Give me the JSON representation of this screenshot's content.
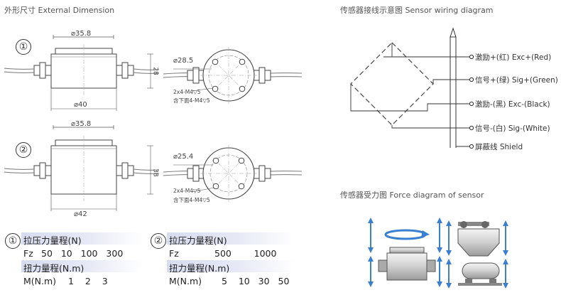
{
  "headings": {
    "external": "外形尺寸 External Dimension",
    "wiring": "传感器接线示意图 Sensor wiring diagram",
    "force": "传感器受力图 Force diagram of sensor"
  },
  "model1": {
    "number": "①",
    "top_dim": "⌀35.8",
    "bottom_dim": "⌀40",
    "height_dim": "28",
    "bolt_circle": "⌀28.5",
    "thread1": "2x4-M4▽5",
    "thread2": "含下面4-M4▽5"
  },
  "model2": {
    "number": "②",
    "top_dim": "⌀35.8",
    "bottom_dim": "⌀42",
    "height_dim": "38",
    "bolt_circle": "⌀25.4",
    "thread1": "2x4-M4▽5",
    "thread2": "含下面4-M4▽5"
  },
  "wiring": [
    {
      "label": "激励+(红) Exc+(Red)"
    },
    {
      "label": "信号+(绿) Sig+(Green)"
    },
    {
      "label": "激励-(黑) Exc-(Black)"
    },
    {
      "label": "信号-(白) Sig-(White)"
    },
    {
      "label": "屏蔽线 Shield"
    }
  ],
  "specs1": {
    "number": "①",
    "force_title": "拉压力量程(N)",
    "fz_label": "Fz",
    "fz_values": "50   10   100   300",
    "torque_title": "扭力量程(N.m)",
    "m_label": "M(N.m)",
    "m_values": "1    2    3"
  },
  "specs2": {
    "number": "②",
    "force_title": "拉压力量程(N)",
    "fz_label": "Fz",
    "fz_values": "500        1000",
    "torque_title": "扭力量程(N.m)",
    "m_label": "M(N.m)",
    "m_values": "5    10   30   50"
  }
}
